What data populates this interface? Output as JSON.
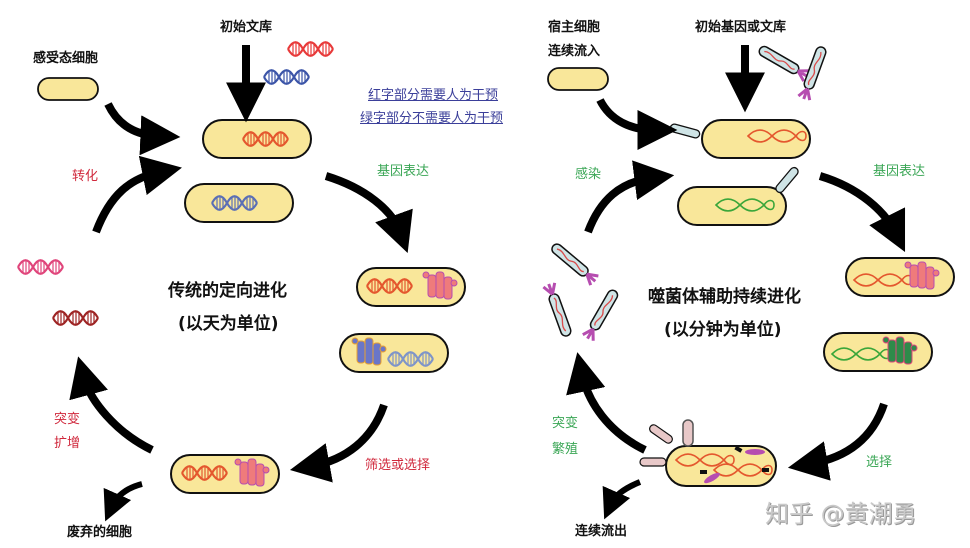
{
  "left_panel": {
    "title": "传统的定向进化",
    "subtitle": "(以天为单位)",
    "labels": {
      "competent_cells": "感受态细胞",
      "initial_library": "初始文库",
      "transformation": "转化",
      "gene_expression": "基因表达",
      "screening": "筛选或选择",
      "mutation": "突变",
      "amplification": "扩增",
      "discarded_cells": "废弃的细胞"
    }
  },
  "right_panel": {
    "title": "噬菌体辅助持续进化",
    "subtitle": "(以分钟为单位)",
    "labels": {
      "host_cells": "宿主细胞",
      "continuous_inflow": "连续流入",
      "initial_gene_library": "初始基因或文库",
      "infection": "感染",
      "gene_expression": "基因表达",
      "selection": "选择",
      "mutation": "突变",
      "propagation": "繁殖",
      "continuous_outflow": "连续流出"
    }
  },
  "legend": {
    "red_note": "红字部分需要人为干预",
    "green_note": "绿字部分不需要人为干预"
  },
  "watermark": "知乎 @黄潮勇",
  "colors": {
    "cell_fill": "#f9e79a",
    "human_intervention": "#d0283c",
    "no_intervention": "#3aa655",
    "legend_text": "#3b3f9a",
    "dna_red": "#e4572e",
    "dna_blue": "#5b6fb5",
    "phage_body": "#cfe4e6",
    "phage_tail": "#b64db0",
    "protein_red": "#ef7b7b",
    "protein_green": "#2e8b4a",
    "protein_blue": "#6a76c8"
  }
}
